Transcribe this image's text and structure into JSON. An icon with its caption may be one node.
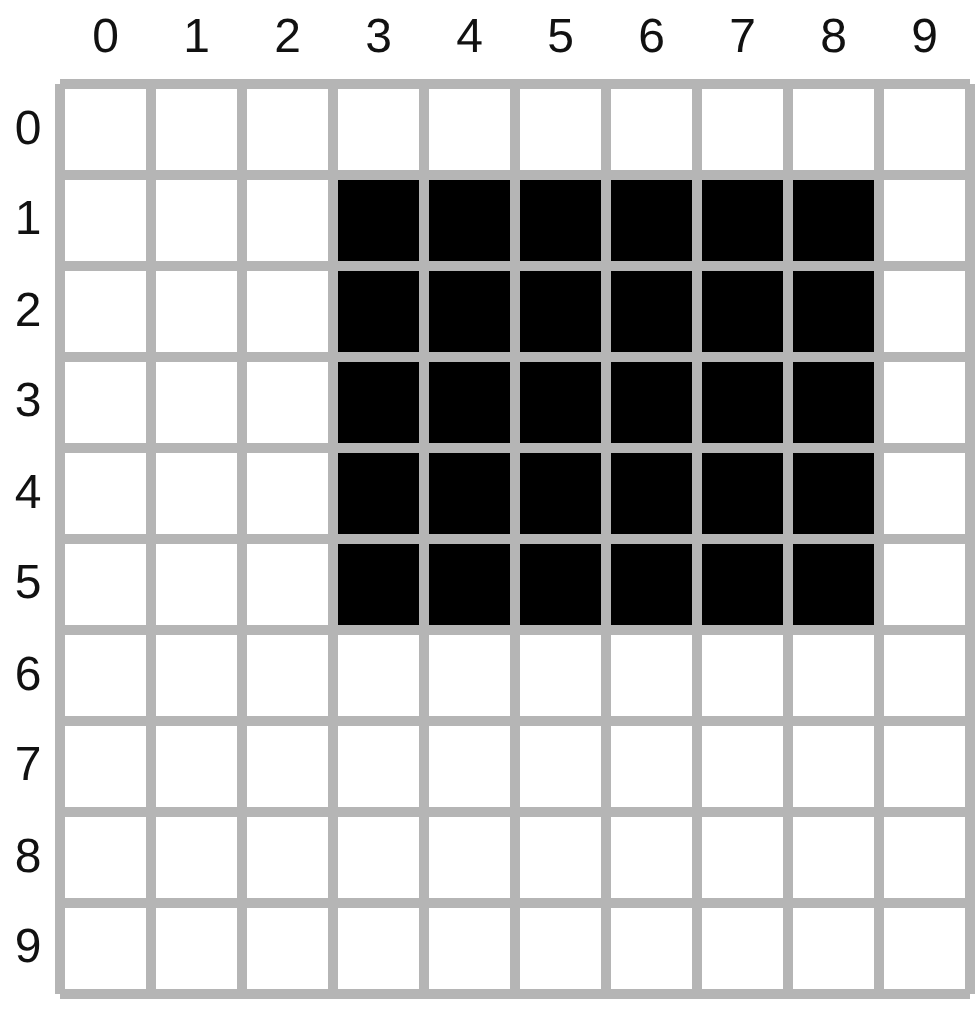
{
  "diagram": {
    "labels": [
      "0",
      "1",
      "2",
      "3",
      "4",
      "5",
      "6",
      "7",
      "8",
      "9",
      "0",
      "1",
      "2",
      "3",
      "4",
      "5",
      "6",
      "7",
      "8",
      "9"
    ]
  }
}
